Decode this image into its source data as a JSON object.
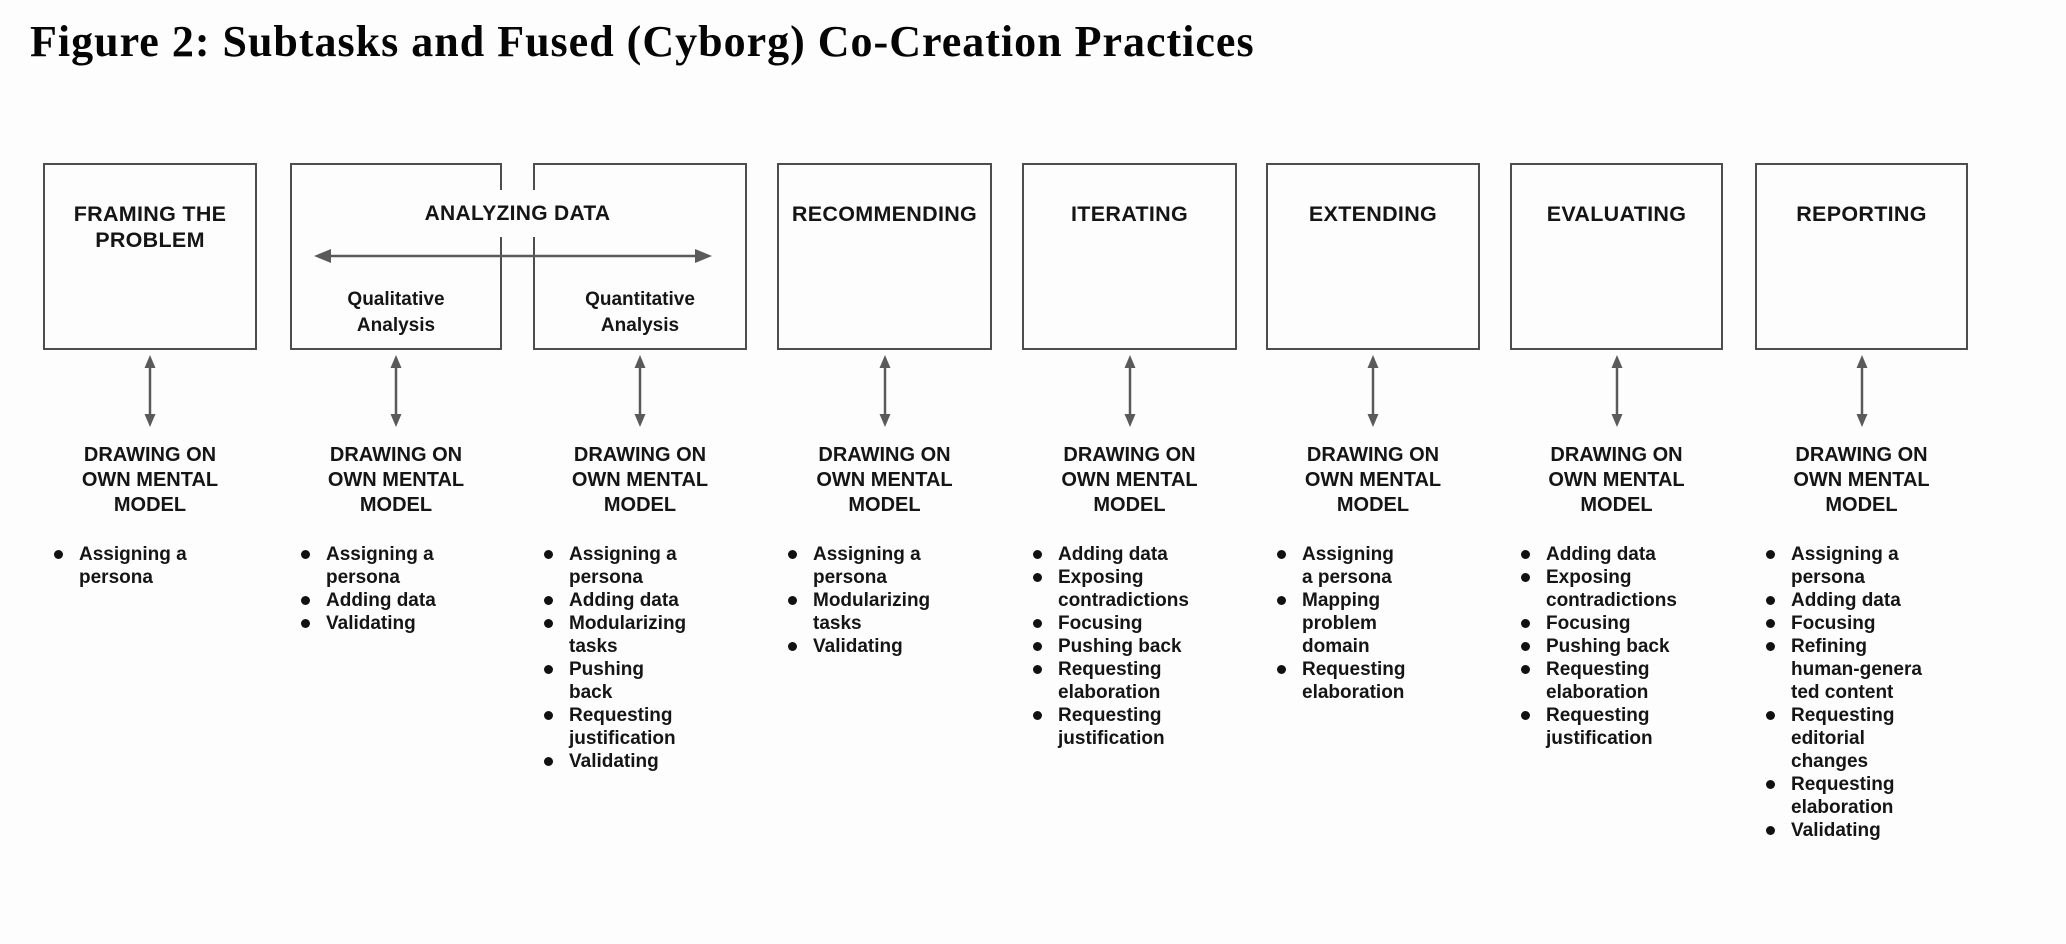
{
  "title": "Figure 2: Subtasks and Fused (Cyborg) Co-Creation Practices",
  "analyzing_group": {
    "label": "ANALYZING DATA"
  },
  "shared": {
    "mental_model_label": "DRAWING ON\nOWN MENTAL\nMODEL"
  },
  "colors": {
    "background": "#fdfdfd",
    "box_border": "#4d4d4d",
    "arrow": "#5a5a5a",
    "text": "#151515"
  },
  "icons": {
    "vertical_connector": "double-arrow-vertical-icon",
    "horizontal_span": "double-arrow-horizontal-icon",
    "bullet": "filled-circle-bullet"
  },
  "columns": [
    {
      "id": "framing-the-problem",
      "box_label": "FRAMING THE\nPROBLEM",
      "group": null,
      "sub_label": null,
      "practices": [
        "Assigning a\npersona"
      ]
    },
    {
      "id": "qualitative-analysis",
      "box_label": null,
      "group": "ANALYZING DATA",
      "sub_label": "Qualitative\nAnalysis",
      "practices": [
        "Assigning a\npersona",
        "Adding data",
        "Validating"
      ]
    },
    {
      "id": "quantitative-analysis",
      "box_label": null,
      "group": "ANALYZING DATA",
      "sub_label": "Quantitative\nAnalysis",
      "practices": [
        "Assigning a\npersona",
        "Adding data",
        "Modularizing\ntasks",
        "Pushing\nback",
        "Requesting\njustification",
        "Validating"
      ]
    },
    {
      "id": "recommending",
      "box_label": "RECOMMENDING",
      "group": null,
      "sub_label": null,
      "practices": [
        "Assigning a\npersona",
        "Modularizing\ntasks",
        "Validating"
      ]
    },
    {
      "id": "iterating",
      "box_label": "ITERATING",
      "group": null,
      "sub_label": null,
      "practices": [
        "Adding data",
        "Exposing\ncontradictions",
        "Focusing",
        "Pushing back",
        "Requesting\nelaboration",
        "Requesting\njustification"
      ]
    },
    {
      "id": "extending",
      "box_label": "EXTENDING",
      "group": null,
      "sub_label": null,
      "practices": [
        "Assigning\na persona",
        "Mapping\nproblem\ndomain",
        "Requesting\nelaboration"
      ]
    },
    {
      "id": "evaluating",
      "box_label": "EVALUATING",
      "group": null,
      "sub_label": null,
      "practices": [
        "Adding data",
        "Exposing\ncontradictions",
        "Focusing",
        "Pushing back",
        "Requesting\nelaboration",
        "Requesting\njustification"
      ]
    },
    {
      "id": "reporting",
      "box_label": "REPORTING",
      "group": null,
      "sub_label": null,
      "practices": [
        "Assigning a\npersona",
        "Adding data",
        "Focusing",
        "Refining\nhuman-genera\nted content",
        "Requesting\neditorial\nchanges",
        "Requesting\nelaboration",
        "Validating"
      ]
    }
  ]
}
